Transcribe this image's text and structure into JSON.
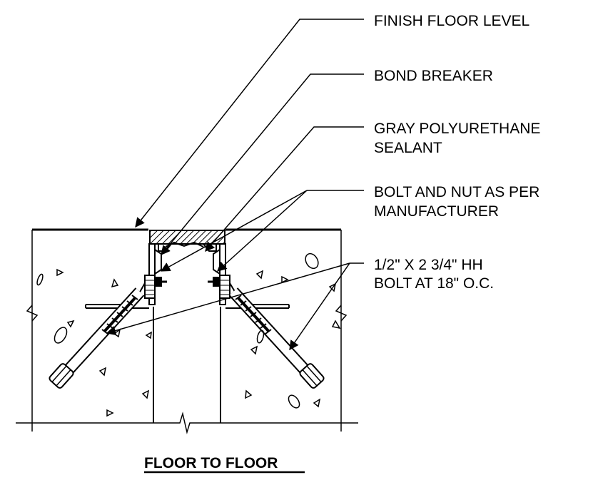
{
  "labels": {
    "finish_floor": "FINISH FLOOR LEVEL",
    "bond_breaker": "BOND BREAKER",
    "sealant_line1": "GRAY POLYURETHANE",
    "sealant_line2": "SEALANT",
    "bolt_nut_line1": "BOLT AND NUT AS PER",
    "bolt_nut_line2": "MANUFACTURER",
    "hh_bolt_line1": "1/2\" X 2 3/4\" HH",
    "hh_bolt_line2": "BOLT AT 18\" O.C."
  },
  "title": "FLOOR TO FLOOR"
}
